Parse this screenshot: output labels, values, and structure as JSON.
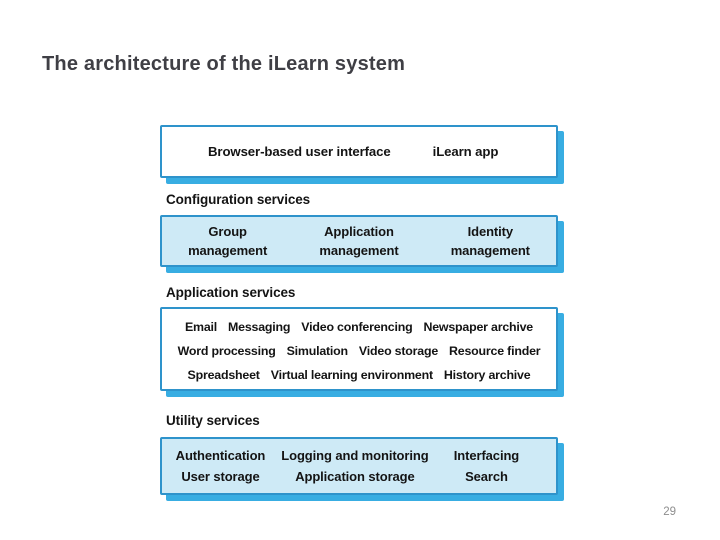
{
  "slide": {
    "title": "The architecture of the iLearn system",
    "page_number": "29"
  },
  "colors": {
    "box_border": "#2E93CB",
    "box_shadow": "#38ADE2",
    "layer_fill_blue": "#CEEAF6",
    "layer_fill_white": "#FFFFFF",
    "title_text": "#3F3F45",
    "body_text": "#141414",
    "page_number_text": "#8E8E8E"
  },
  "diagram": {
    "ui_layer": {
      "items": [
        "Browser-based user interface",
        "iLearn app"
      ]
    },
    "configuration": {
      "label": "Configuration services",
      "columns": [
        {
          "line1": "Group",
          "line2": "management"
        },
        {
          "line1": "Application",
          "line2": "management"
        },
        {
          "line1": "Identity",
          "line2": "management"
        }
      ]
    },
    "application": {
      "label": "Application services",
      "rows": [
        [
          "Email",
          "Messaging",
          "Video conferencing",
          "Newspaper archive"
        ],
        [
          "Word processing",
          "Simulation",
          "Video storage",
          "Resource finder"
        ],
        [
          "Spreadsheet",
          "Virtual learning environment",
          "History archive"
        ]
      ]
    },
    "utility": {
      "label": "Utility services",
      "rows": [
        [
          "Authentication",
          "Logging and monitoring",
          "Interfacing"
        ],
        [
          "User storage",
          "Application storage",
          "Search"
        ]
      ]
    }
  }
}
